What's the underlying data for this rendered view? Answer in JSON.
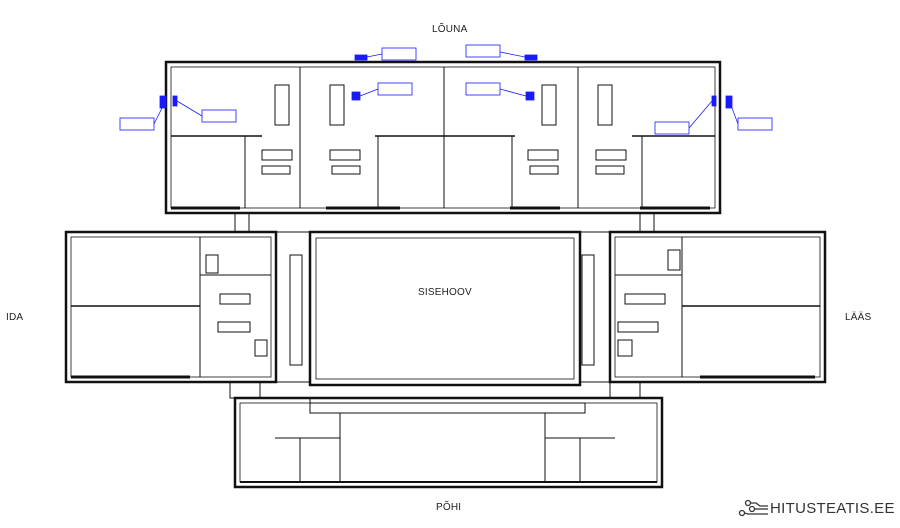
{
  "orientation": {
    "south": "LÕUNA",
    "east": "IDA",
    "west": "LÄÄS",
    "north": "PÕHI"
  },
  "courtyard_label": "SISEHOOV",
  "logo_text": "HITUSTEATIS.EE",
  "colors": {
    "walls": "#111111",
    "markers": "#1a1aff",
    "text": "#222222"
  }
}
